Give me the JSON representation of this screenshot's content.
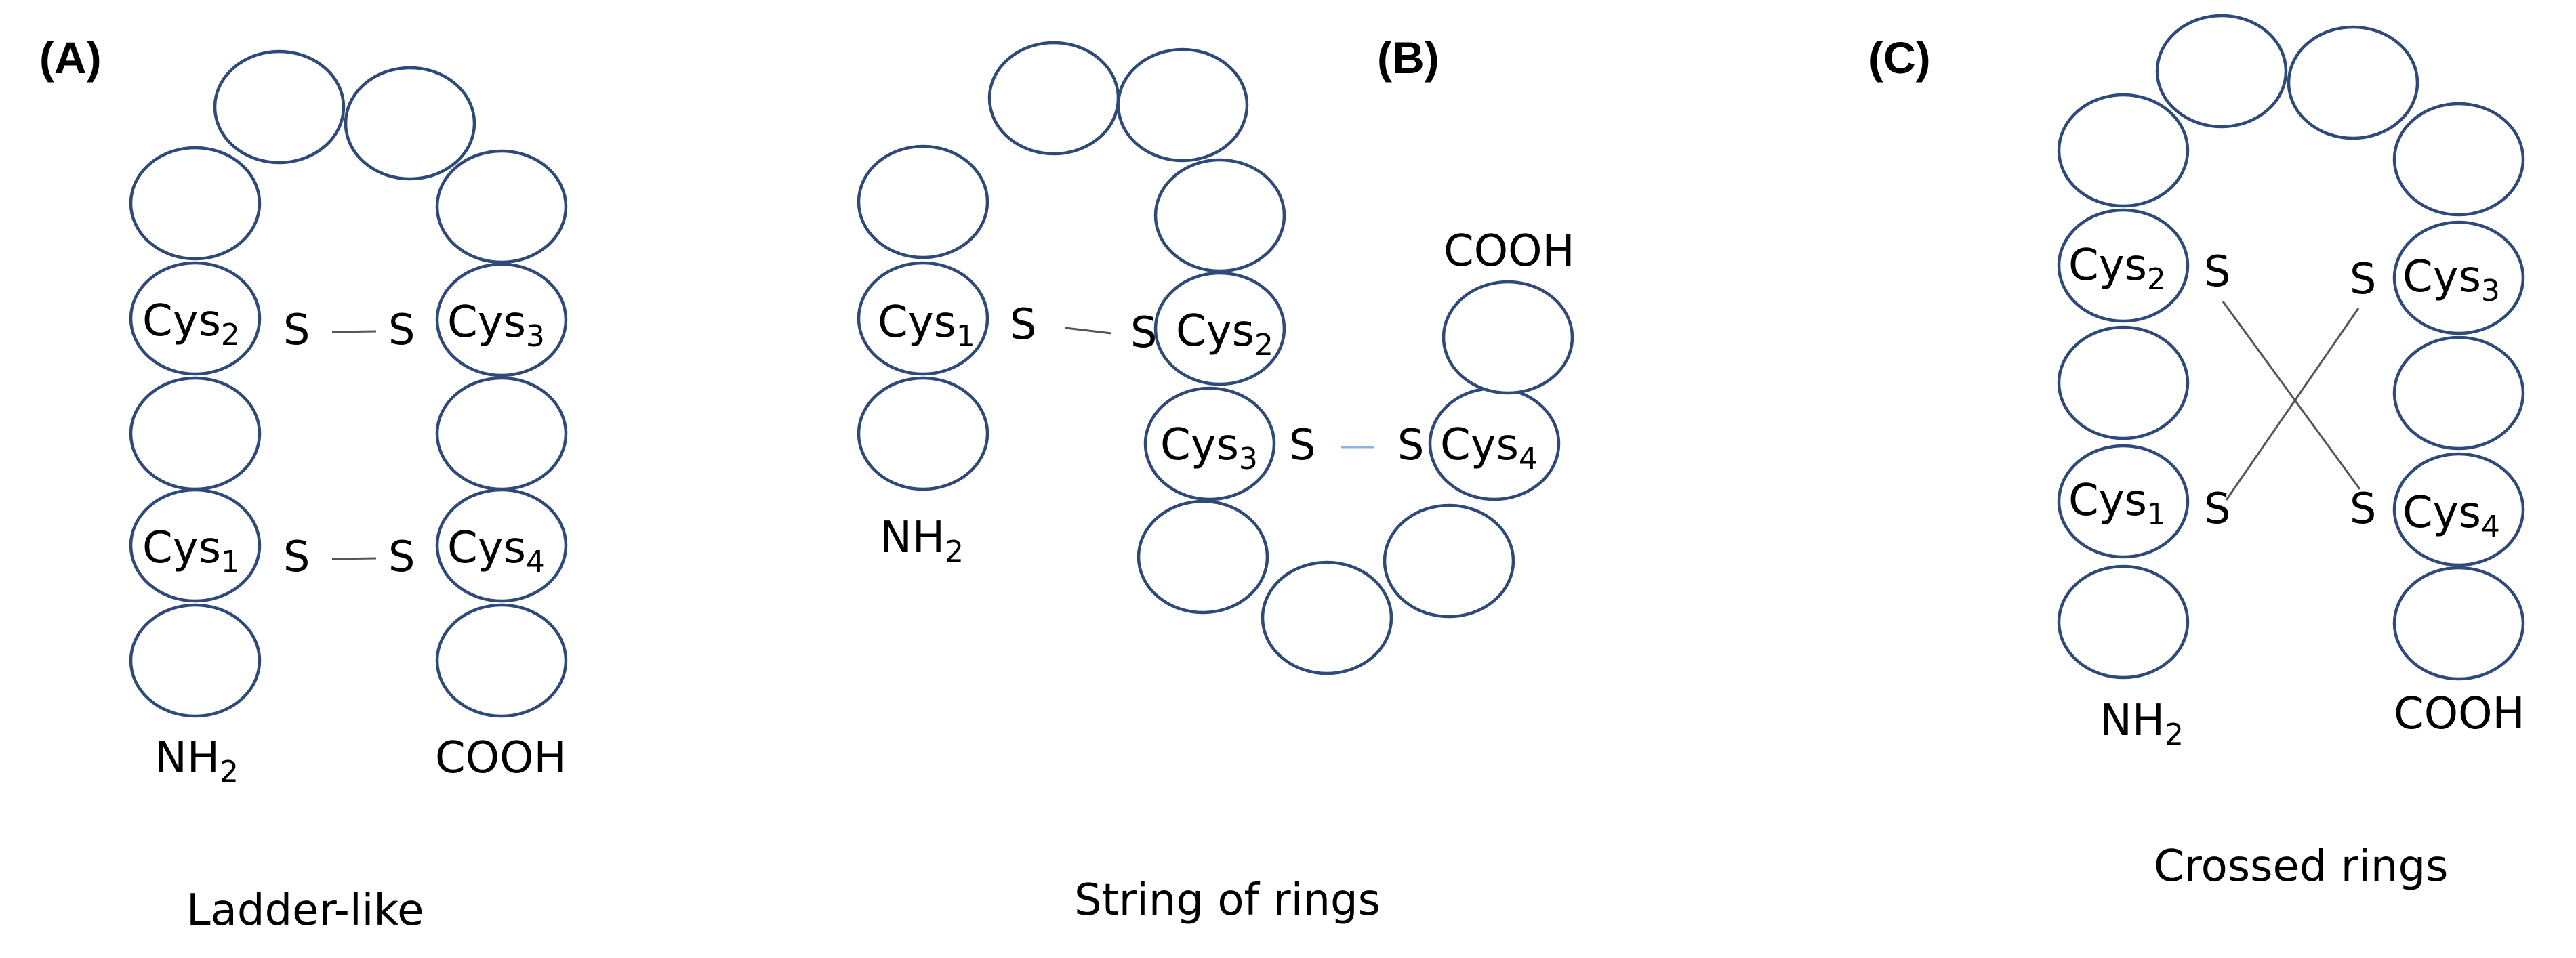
{
  "panels": [
    {
      "letter": "(A)",
      "caption": "Ladder-like",
      "cys": [
        {
          "base": "Cys",
          "sub": "2"
        },
        {
          "base": "Cys",
          "sub": "3"
        },
        {
          "base": "Cys",
          "sub": "1"
        },
        {
          "base": "Cys",
          "sub": "4"
        }
      ],
      "n_terminus": {
        "base": "NH",
        "sub": "2"
      },
      "c_terminus": "COOH"
    },
    {
      "letter": "(B)",
      "caption": "String of rings",
      "cys": [
        {
          "base": "Cys",
          "sub": "1"
        },
        {
          "base": "Cys",
          "sub": "2"
        },
        {
          "base": "Cys",
          "sub": "3"
        },
        {
          "base": "Cys",
          "sub": "4"
        }
      ],
      "n_terminus": {
        "base": "NH",
        "sub": "2"
      },
      "c_terminus": "COOH"
    },
    {
      "letter": "(C)",
      "caption": "Crossed rings",
      "cys": [
        {
          "base": "Cys",
          "sub": "2"
        },
        {
          "base": "Cys",
          "sub": "3"
        },
        {
          "base": "Cys",
          "sub": "1"
        },
        {
          "base": "Cys",
          "sub": "4"
        }
      ],
      "n_terminus": {
        "base": "NH",
        "sub": "2"
      },
      "c_terminus": "COOH"
    }
  ],
  "sulfur_symbol": "S",
  "colors": {
    "ring_outline": "#2f4a78",
    "bond": "#555555",
    "bond_highlight": "#8fb4e3"
  }
}
